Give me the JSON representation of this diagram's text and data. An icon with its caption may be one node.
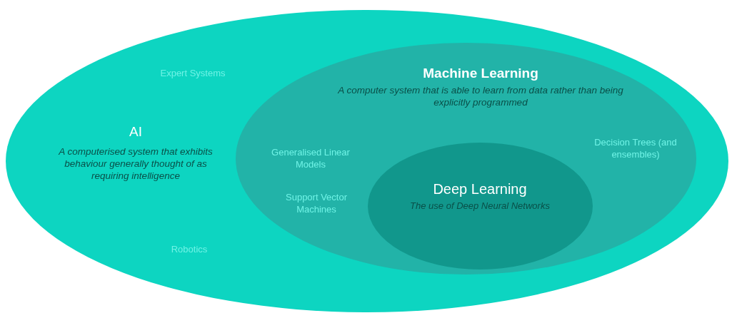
{
  "diagram": {
    "nodes": [
      {
        "text": [
          "AI",
          "A computerised system that exhibits behaviour generally thought of as requiring intelligence"
        ]
      },
      {
        "text": [
          "Machine Learning",
          "A computer system that is able to learn from data rather than being explicitly programmed"
        ],
        "in": 0
      },
      {
        "text": [
          "Deep Learning",
          "The use of Deep Neural Networks"
        ],
        "in": 1
      }
    ],
    "labels": [
      "Expert Systems",
      "Generalised Linear Models",
      "Support Vector Machines",
      "Decision Trees (and ensembles)",
      "Robotics"
    ]
  }
}
